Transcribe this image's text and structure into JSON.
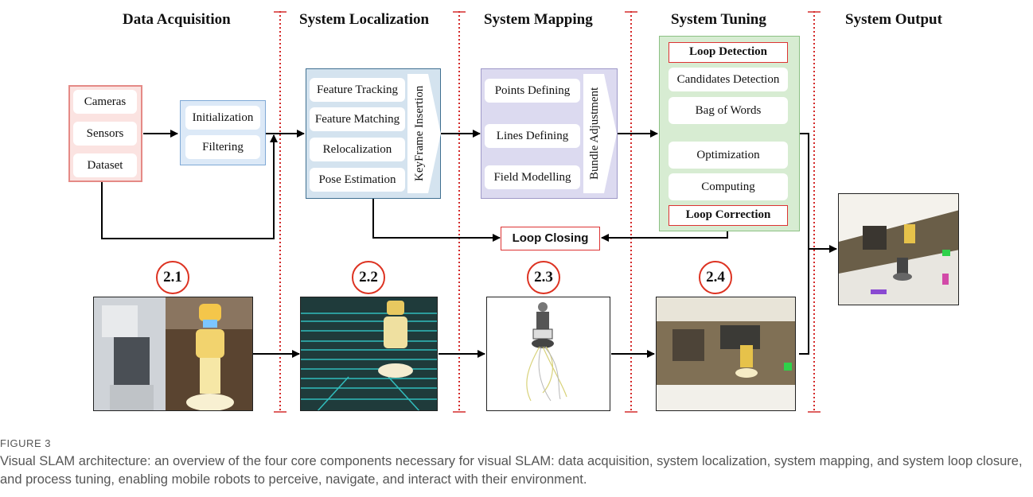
{
  "sections": {
    "data_acquisition": "Data Acquisition",
    "system_localization": "System Localization",
    "system_mapping": "System Mapping",
    "system_tuning": "System Tuning",
    "system_output": "System Output"
  },
  "acquisition_inputs": [
    "Cameras",
    "Sensors",
    "Dataset"
  ],
  "preprocessing": [
    "Initialization",
    "Filtering"
  ],
  "localization": {
    "items": [
      "Feature Tracking",
      "Feature Matching",
      "Relocalization",
      "Pose Estimation"
    ],
    "side_label": "KeyFrame Insertion"
  },
  "mapping": {
    "items": [
      "Points Defining",
      "Lines Defining",
      "Field Modelling"
    ],
    "side_label": "Bundle Adjustment"
  },
  "tuning": {
    "loop_detection": "Loop Detection",
    "detection_items": [
      "Candidates Detection",
      "Bag of Words"
    ],
    "correction_items": [
      "Optimization",
      "Computing"
    ],
    "loop_correction": "Loop Correction"
  },
  "loop_closing": "Loop Closing",
  "badges": [
    "2.1",
    "2.2",
    "2.3",
    "2.4"
  ],
  "caption": {
    "label": "FIGURE 3",
    "text": "Visual SLAM architecture: an overview of the four core components necessary for visual SLAM: data acquisition, system localization, system mapping, and system loop closure, and process tuning, enabling mobile robots to perceive, navigate, and interact with their environment."
  },
  "colors": {
    "divider": "#d42a2a",
    "acquisition_fill": "#fbe3e1",
    "acquisition_border": "#e58a86",
    "prep_fill": "#dce9f7",
    "prep_border": "#7fa9d6",
    "localization_fill": "#d4e3ef",
    "localization_border": "#3f6f90",
    "mapping_fill": "#dcdaf0",
    "mapping_border": "#9e98c8",
    "tuning_fill": "#d7ecd2",
    "tuning_border": "#8cc084",
    "label_red": "#d33333"
  }
}
